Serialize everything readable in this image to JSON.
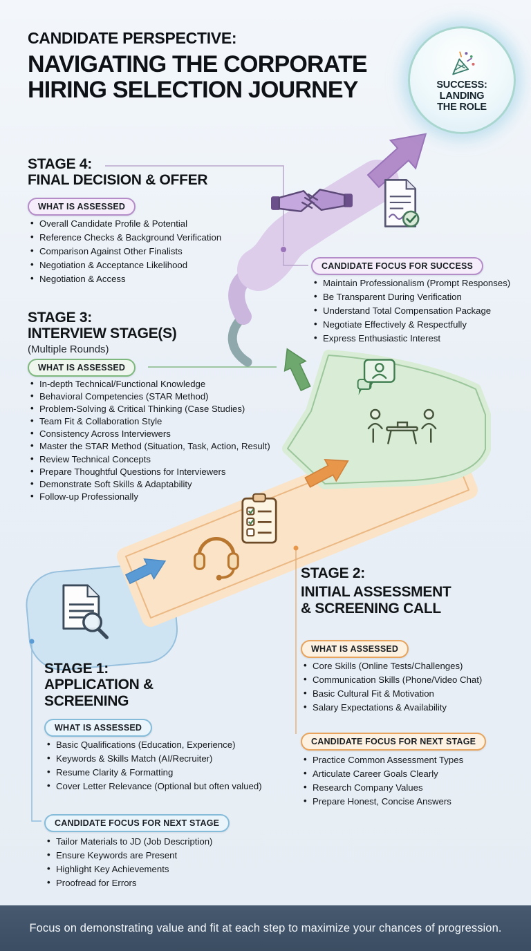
{
  "header": {
    "kicker": "CANDIDATE PERSPECTIVE:",
    "title_line1": "NAVIGATING THE CORPORATE",
    "title_line2": "HIRING SELECTION JOURNEY"
  },
  "success_badge": {
    "line1": "SUCCESS:",
    "line2": "LANDING",
    "line3": "THE ROLE"
  },
  "stages": [
    {
      "name": "STAGE 1:",
      "title_lines": [
        "APPLICATION &",
        "SCREENING"
      ],
      "assessed_label": "WHAT IS ASSESSED",
      "assessed_items": [
        "Basic Qualifications (Education, Experience)",
        "Keywords & Skills Match (AI/Recruiter)",
        "Resume Clarity & Formatting",
        "Cover Letter Relevance (Optional but often valued)"
      ],
      "focus_label": "CANDIDATE FOCUS FOR NEXT STAGE",
      "focus_items": [
        "Tailor Materials to JD (Job Description)",
        "Ensure Keywords are Present",
        "Highlight Key Achievements",
        "Proofread for Errors"
      ],
      "accent": "#5b9bd5"
    },
    {
      "name": "STAGE 2:",
      "title_lines": [
        "INITIAL ASSESSMENT",
        "& SCREENING CALL"
      ],
      "assessed_label": "WHAT IS ASSESSED",
      "assessed_items": [
        "Core Skills (Online Tests/Challenges)",
        "Communication Skills (Phone/Video Chat)",
        "Basic Cultural Fit & Motivation",
        "Salary Expectations & Availability"
      ],
      "focus_label": "CANDIDATE FOCUS FOR NEXT STAGE",
      "focus_items": [
        "Practice Common Assessment Types",
        "Articulate Career Goals Clearly",
        "Research Company Values",
        "Prepare Honest, Concise Answers"
      ],
      "accent": "#e8964a"
    },
    {
      "name": "STAGE 3:",
      "title_lines": [
        "INTERVIEW STAGE(S)"
      ],
      "subtitle": "(Multiple Rounds)",
      "assessed_label": "WHAT IS ASSESSED",
      "assessed_items": [
        "In-depth Technical/Functional Knowledge",
        "Behavioral Competencies (STAR Method)",
        "Problem-Solving & Critical Thinking (Case Studies)",
        "Team Fit & Collaboration Style",
        "Consistency Across Interviewers",
        "Master the STAR Method (Situation, Task, Action, Result)",
        "Review Technical Concepts",
        "Prepare Thoughtful Questions for Interviewers",
        "Demonstrate Soft Skills & Adaptability",
        "Follow-up Professionally"
      ],
      "accent": "#6fa86f"
    },
    {
      "name": "STAGE 4:",
      "title_lines": [
        "FINAL DECISION & OFFER"
      ],
      "assessed_label": "WHAT IS ASSESSED",
      "assessed_items": [
        "Overall Candidate Profile & Potential",
        "Reference Checks & Background Verification",
        "Comparison Against Other Finalists",
        "Negotiation & Acceptance Likelihood",
        "Negotiation & Access"
      ],
      "focus_label": "CANDIDATE FOCUS FOR SUCCESS",
      "focus_items": [
        "Maintain Professionalism (Prompt Responses)",
        "Be Transparent During Verification",
        "Understand Total Compensation Package",
        "Negotiate Effectively & Respectfully",
        "Express Enthusiastic Interest"
      ],
      "accent": "#a87fc9"
    }
  ],
  "footer": {
    "text": "Focus on demonstrating value and fit at each step to maximize your chances of progression."
  },
  "colors": {
    "stage1_accent": "#5b9bd5",
    "stage2_accent": "#e8964a",
    "stage3_accent": "#6fa86f",
    "stage4_accent": "#a87fc9",
    "footer_bg": "#3e5167",
    "background": "#edf2f7",
    "success_ring": "#a9d6cf"
  }
}
